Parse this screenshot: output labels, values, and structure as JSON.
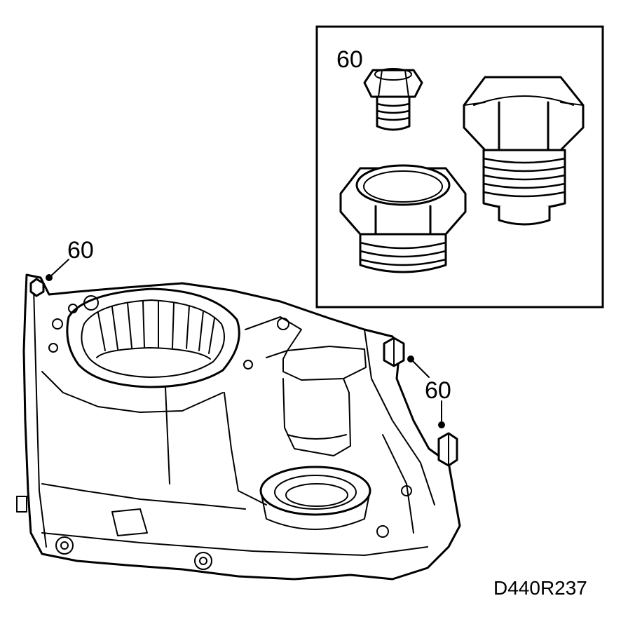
{
  "labels": {
    "inset_plug_small": "60",
    "housing_top_left": "60",
    "housing_right": "60"
  },
  "figure_code": "D440R237",
  "colors": {
    "line": "#000000",
    "background": "#ffffff"
  }
}
